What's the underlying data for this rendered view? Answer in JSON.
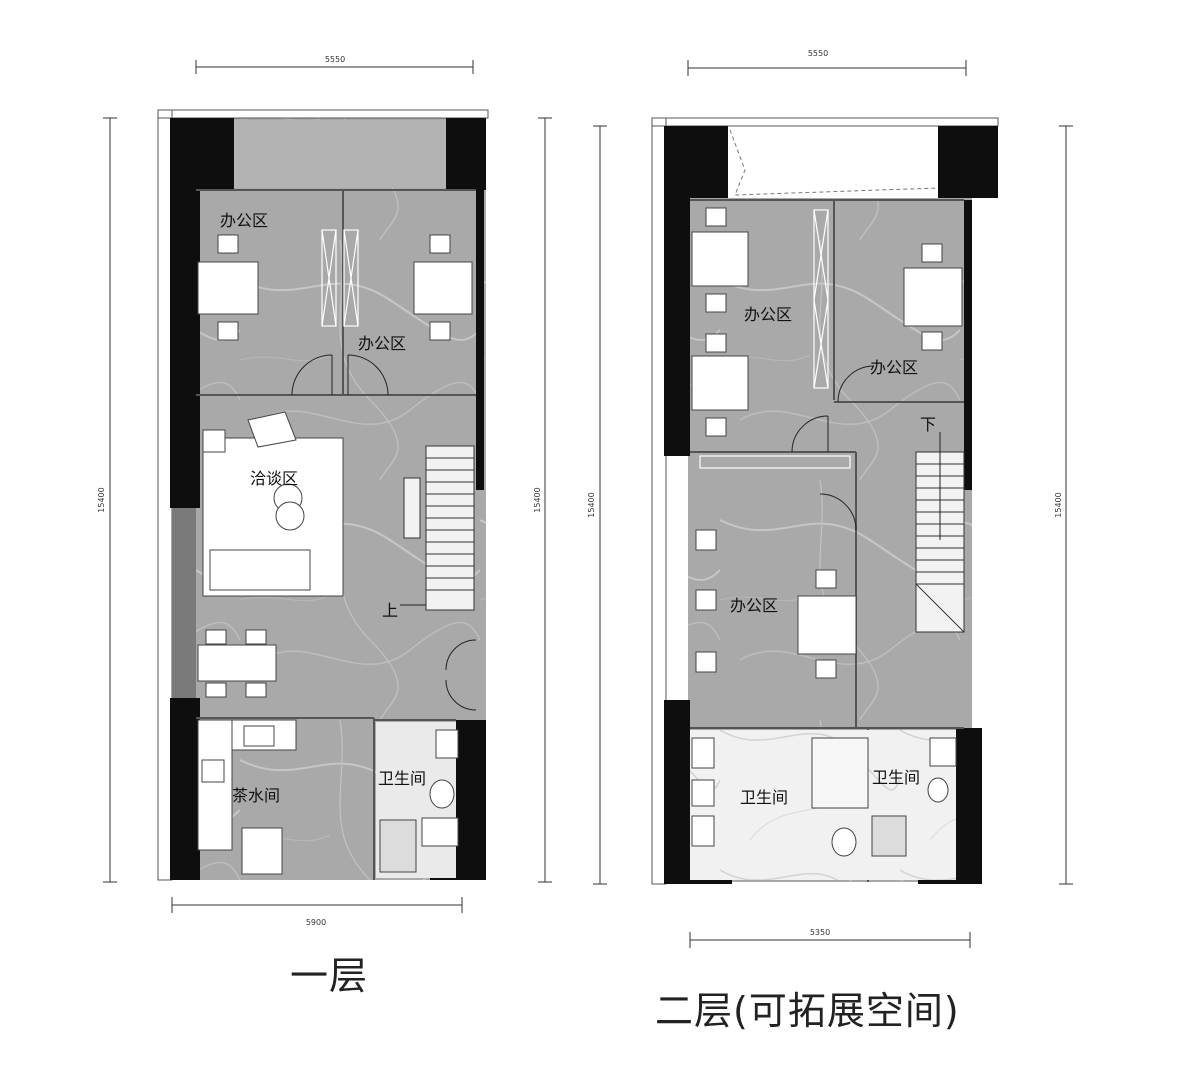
{
  "floor1": {
    "caption": "一层",
    "dim_top": "5550",
    "dim_bottom": "5900",
    "dim_left": "15400",
    "dim_right": "15400",
    "rooms": {
      "office_a": "办公区",
      "office_b": "办公区",
      "meeting": "洽谈区",
      "stair": "上",
      "tea": "茶水间",
      "wc": "卫生间"
    }
  },
  "floor2": {
    "caption": "二层(可拓展空间)",
    "dim_top": "5550",
    "dim_bottom": "5350",
    "dim_left": "15400",
    "dim_right": "15400",
    "rooms": {
      "office_a": "办公区",
      "office_b": "办公区",
      "office_c": "办公区",
      "stair": "下",
      "wc_a": "卫生间",
      "wc_b": "卫生间"
    }
  },
  "colors": {
    "marble": "#a9a9a9",
    "marble_light": "#cfcfcf",
    "bath_floor": "#efefef",
    "wall": "#0e0e0e",
    "furniture": "#ffffff",
    "line": "#444444"
  }
}
